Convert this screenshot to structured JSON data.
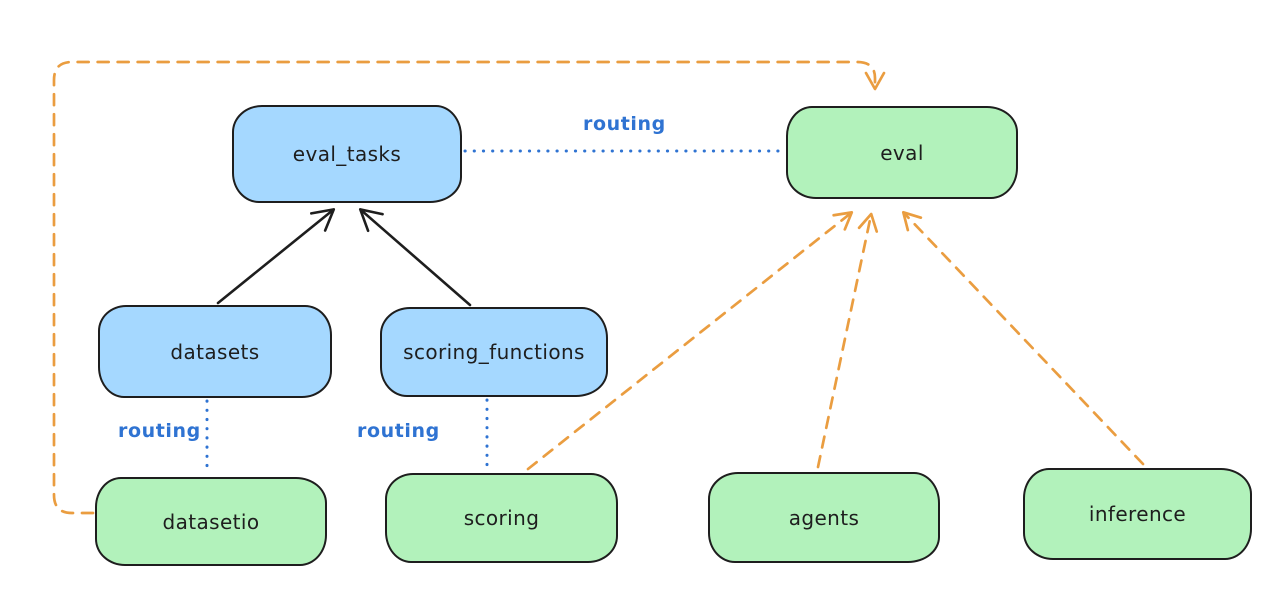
{
  "diagram": {
    "colors": {
      "background": "#ffffff",
      "stroke": "#1e1e1e",
      "api_fill": "#a5d8ff",
      "provider_fill": "#b2f2bb",
      "routing_blue": "#2f73d2",
      "orange": "#ea9d40"
    },
    "nodes": [
      {
        "id": "eval_tasks",
        "label": "eval_tasks",
        "kind": "api"
      },
      {
        "id": "eval",
        "label": "eval",
        "kind": "provider"
      },
      {
        "id": "datasets",
        "label": "datasets",
        "kind": "api"
      },
      {
        "id": "scoring_functions",
        "label": "scoring_functions",
        "kind": "api"
      },
      {
        "id": "datasetio",
        "label": "datasetio",
        "kind": "provider"
      },
      {
        "id": "scoring",
        "label": "scoring",
        "kind": "provider"
      },
      {
        "id": "agents",
        "label": "agents",
        "kind": "provider"
      },
      {
        "id": "inference",
        "label": "inference",
        "kind": "provider"
      }
    ],
    "edges": {
      "solid_arrows": [
        {
          "from": "datasets",
          "to": "eval_tasks"
        },
        {
          "from": "scoring_functions",
          "to": "eval_tasks"
        }
      ],
      "routing_links": [
        {
          "from": "eval_tasks",
          "to": "eval",
          "label": "routing"
        },
        {
          "from": "datasets",
          "to": "datasetio",
          "label": "routing"
        },
        {
          "from": "scoring_functions",
          "to": "scoring",
          "label": "routing"
        }
      ],
      "dashed_arrows": [
        {
          "from": "datasetio",
          "to": "eval"
        },
        {
          "from": "scoring",
          "to": "eval"
        },
        {
          "from": "agents",
          "to": "eval"
        },
        {
          "from": "inference",
          "to": "eval"
        }
      ]
    }
  }
}
